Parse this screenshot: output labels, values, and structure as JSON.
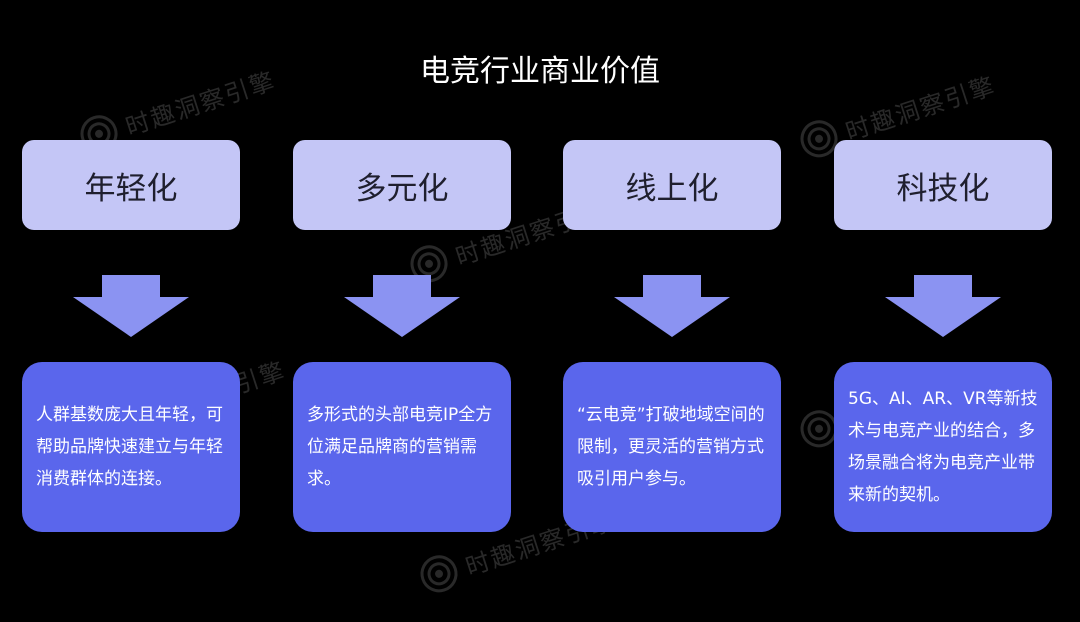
{
  "title": "电竞行业商业价值",
  "watermark": "时趣洞察引擎",
  "colors": {
    "background": "#000000",
    "header_box": "#c4c6f6",
    "arrow": "#8b93f2",
    "body_box": "#5a66ec"
  },
  "columns": [
    {
      "heading": "年轻化",
      "text": "人群基数庞大且年轻，可帮助品牌快速建立与年轻消费群体的连接。"
    },
    {
      "heading": "多元化",
      "text": "多形式的头部电竞IP全方位满足品牌商的营销需求。"
    },
    {
      "heading": "线上化",
      "text": "“云电竞”打破地域空间的限制，更灵活的营销方式吸引用户参与。"
    },
    {
      "heading": "科技化",
      "text": "5G、AI、AR、VR等新技术与电竞产业的结合，多场景融合将为电竞产业带来新的契机。"
    }
  ]
}
